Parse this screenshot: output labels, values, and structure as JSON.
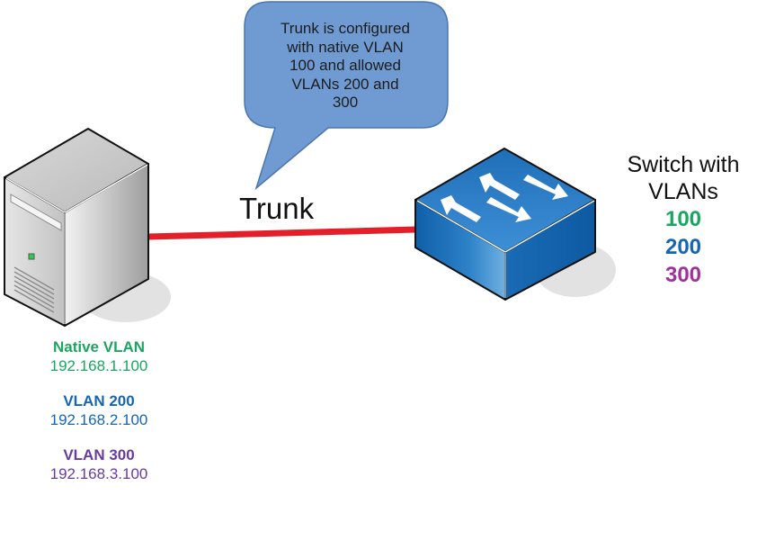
{
  "callout": {
    "lines": [
      "Trunk is configured",
      "with native VLAN",
      "100 and allowed",
      "VLANs 200 and",
      "300"
    ],
    "fill_color": "#6f9bd2"
  },
  "link": {
    "label": "Trunk",
    "color": "#e3202a"
  },
  "server": {
    "icon": "server-tower-icon",
    "interfaces": [
      {
        "name": "Native VLAN",
        "ip": "192.168.1.100",
        "color": "#1aa660"
      },
      {
        "name": "VLAN 200",
        "ip": "192.168.2.100",
        "color": "#1565b5"
      },
      {
        "name": "VLAN 300",
        "ip": "192.168.3.100",
        "color": "#6a3b9e"
      }
    ]
  },
  "switch": {
    "icon": "network-switch-icon",
    "caption_lines": [
      "Switch with",
      "VLANs"
    ],
    "vlans": [
      {
        "id": "100",
        "color": "#1aa660"
      },
      {
        "id": "200",
        "color": "#1565b5"
      },
      {
        "id": "300",
        "color": "#a0309a"
      }
    ]
  }
}
